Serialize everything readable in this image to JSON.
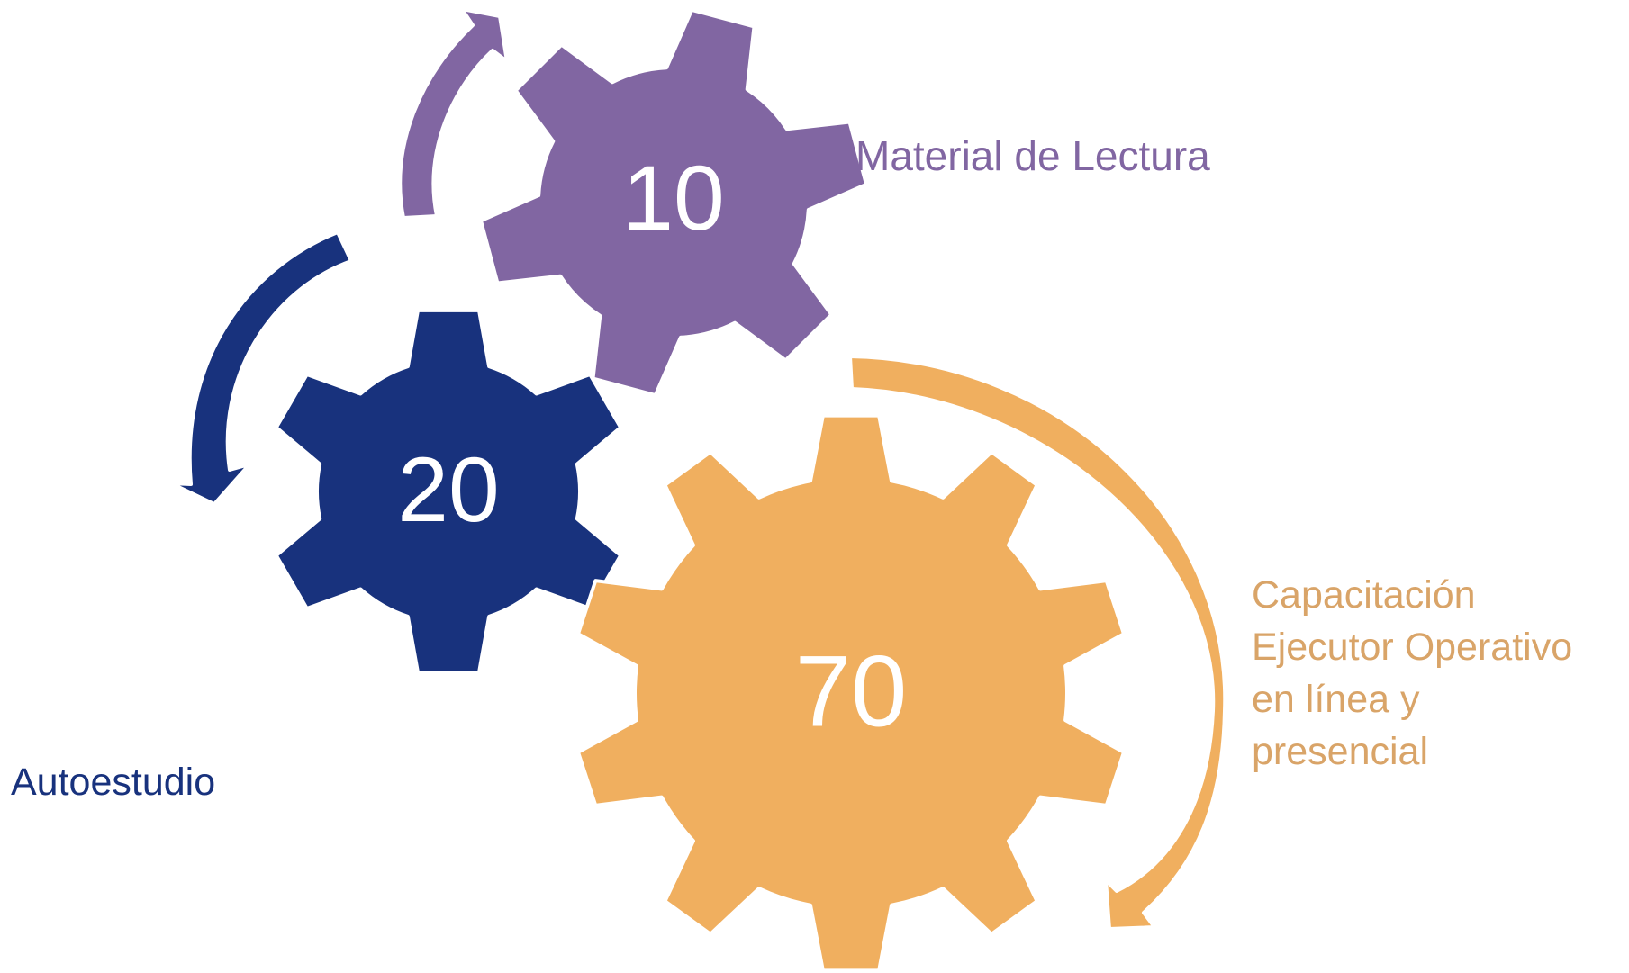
{
  "colors": {
    "purple": "#8166A2",
    "navy": "#18327D",
    "orange": "#F0AF5F",
    "number_text": "#FFFFFF",
    "label_orange": "#D9A468"
  },
  "gears": [
    {
      "id": "gear-10",
      "value": "10",
      "label": "Material de Lectura",
      "color": "#8166A2",
      "icon": "gear-icon"
    },
    {
      "id": "gear-20",
      "value": "20",
      "label": "Autoestudio",
      "color": "#18327D",
      "icon": "gear-icon"
    },
    {
      "id": "gear-70",
      "value": "70",
      "label_lines": [
        "Capacitación",
        "Ejecutor Operativo",
        "en línea y",
        "presencial"
      ],
      "color": "#F0AF5F",
      "icon": "gear-icon"
    }
  ],
  "arrows": [
    {
      "name": "purple-curved-arrow-icon",
      "color": "#8166A2"
    },
    {
      "name": "navy-curved-arrow-icon",
      "color": "#18327D"
    },
    {
      "name": "orange-curved-arrow-icon",
      "color": "#F0AF5F"
    }
  ]
}
